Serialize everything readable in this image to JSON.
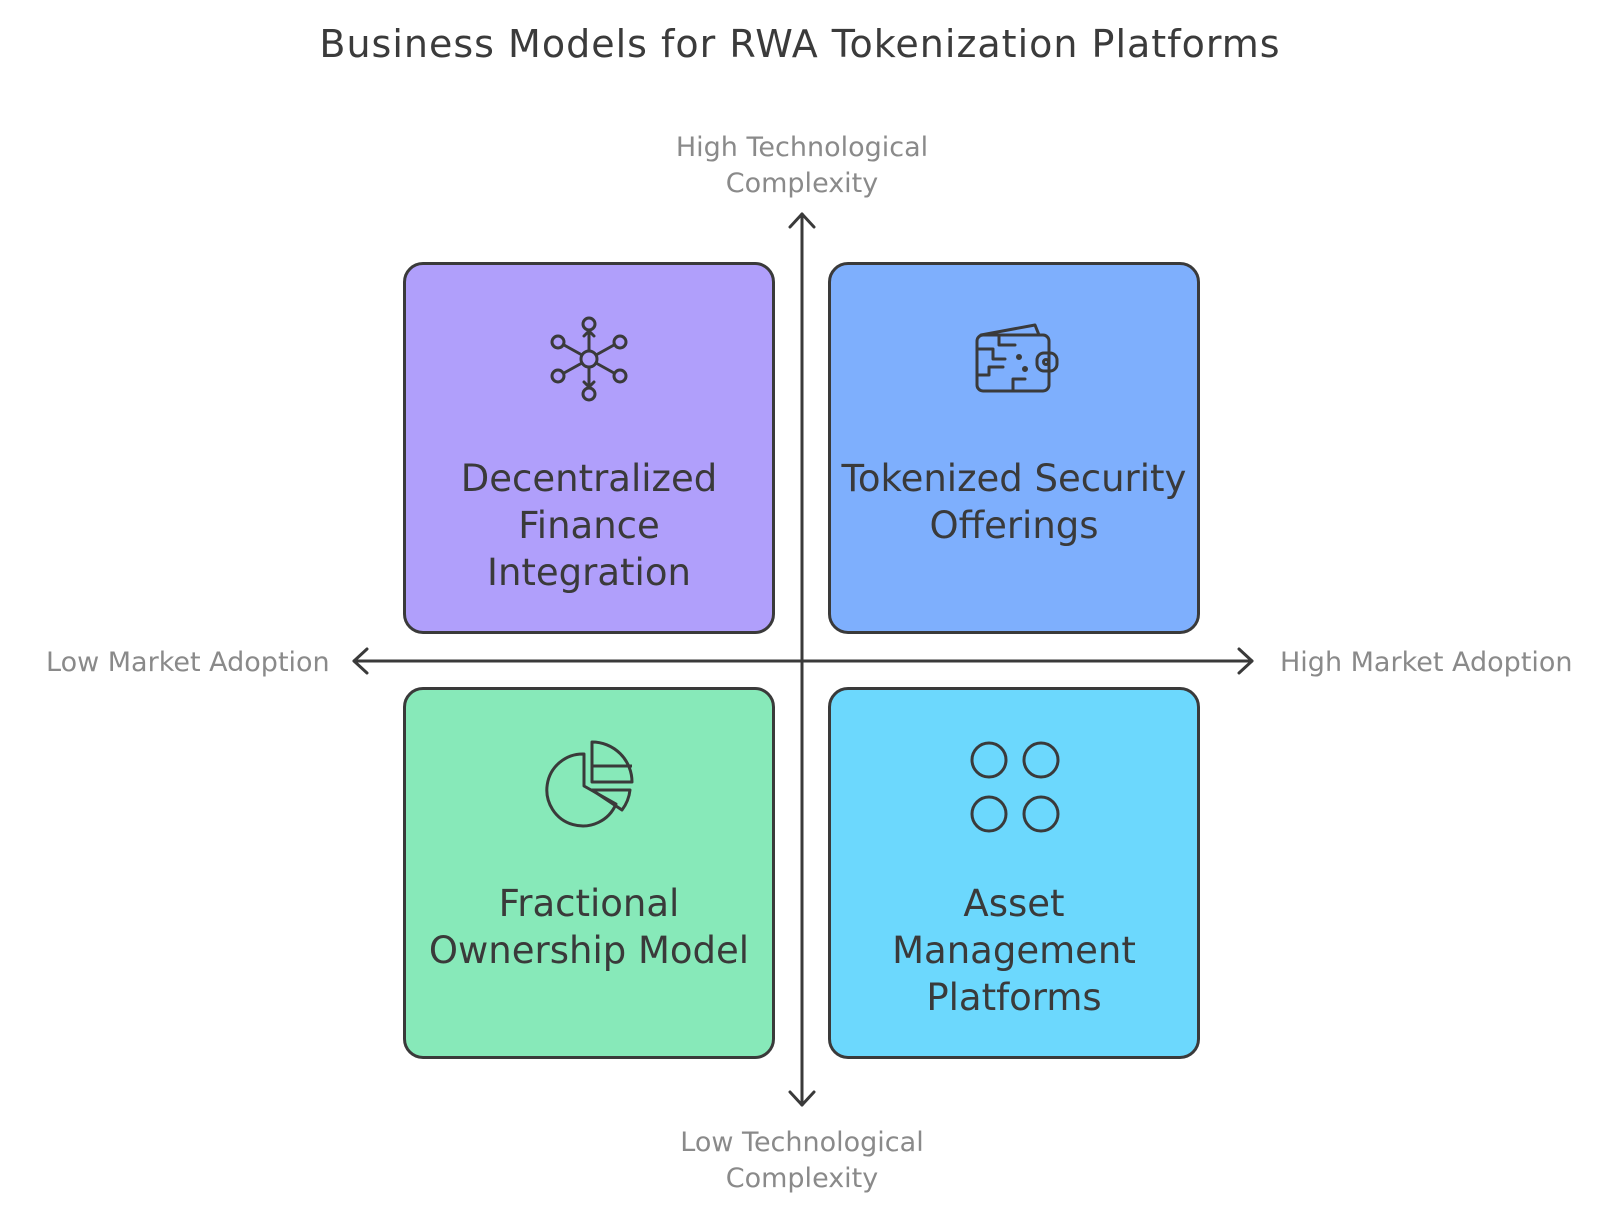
{
  "title": "Business Models for RWA Tokenization Platforms",
  "axes": {
    "y_high": "High Technological Complexity",
    "y_low": "Low Technological Complexity",
    "x_low": "Low Market Adoption",
    "x_high": "High Market Adoption"
  },
  "quadrants": {
    "top_left": {
      "label": "Decentralized Finance Integration",
      "icon": "network-hub-icon",
      "color": "#b09ffb"
    },
    "top_right": {
      "label": "Tokenized Security Offerings",
      "icon": "digital-wallet-icon",
      "color": "#7eaffd"
    },
    "bottom_left": {
      "label": "Fractional Ownership Model",
      "icon": "pie-chart-icon",
      "color": "#87e9b9"
    },
    "bottom_right": {
      "label": "Asset Management Platforms",
      "icon": "four-circles-icon",
      "color": "#6cd8fd"
    }
  }
}
